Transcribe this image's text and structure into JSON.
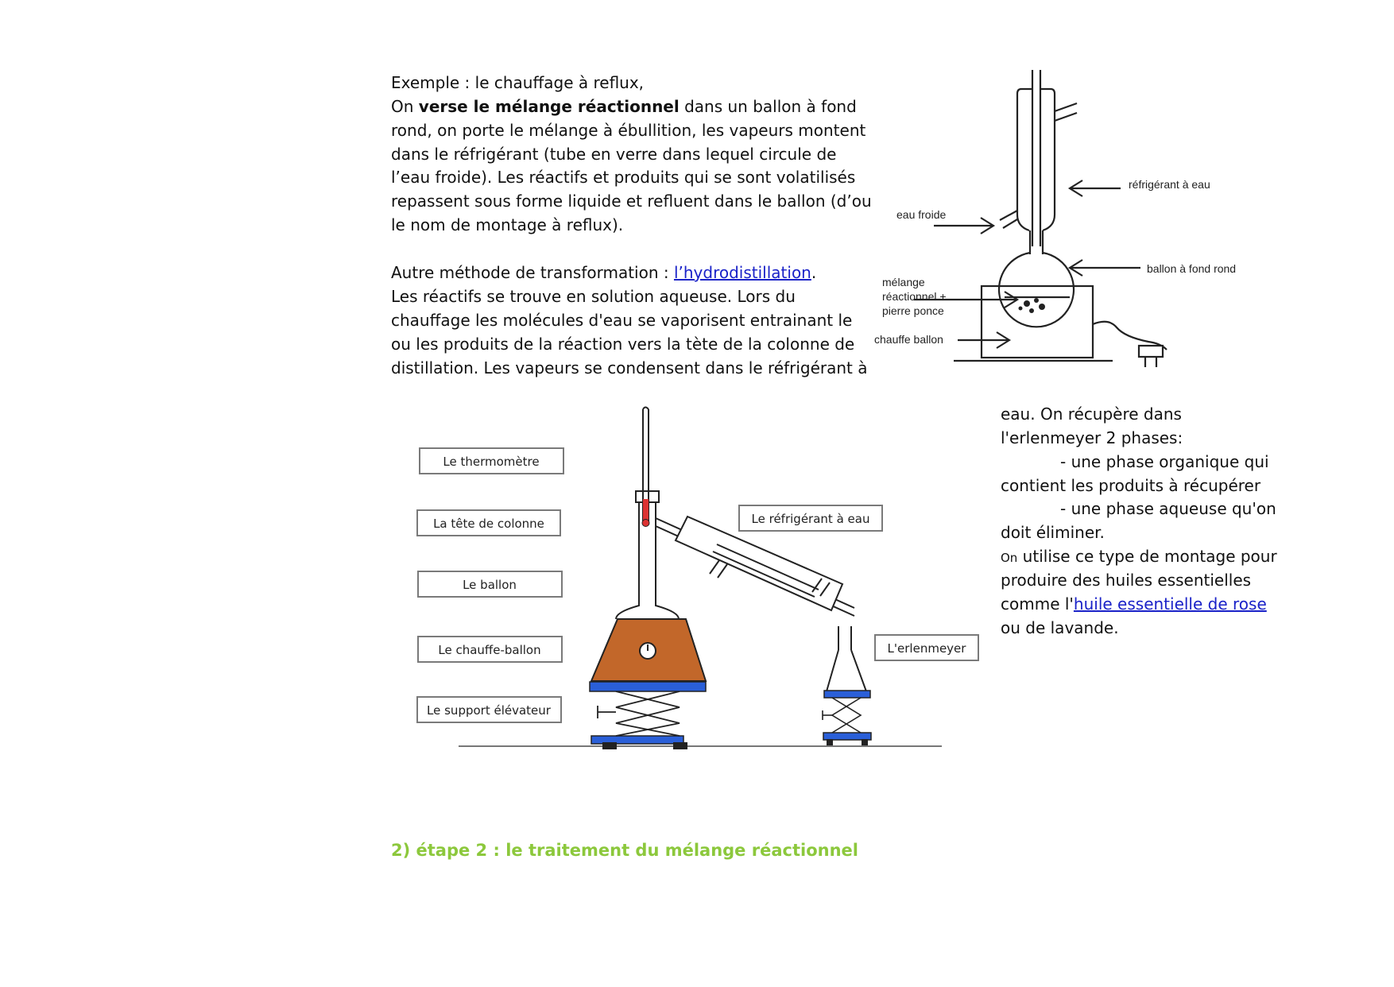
{
  "reflux_text": {
    "line1": "Exemple : le chauffage à reflux,",
    "line2_pre": "On ",
    "line2_bold": "verse le mélange réactionnel",
    "line2_post": " dans un ballon à fond",
    "line3": "rond, on porte le mélange à ébullition, les vapeurs montent",
    "line4": "dans le réfrigérant (tube en verre dans lequel circule de",
    "line5": "l’eau froide). Les réactifs et produits qui se sont volatilisés",
    "line6": "repassent sous forme liquide et refluent dans le ballon (d’ou",
    "line7": "le nom de montage à reflux)."
  },
  "hydro_text": {
    "line1_pre": "Autre méthode de transformation : ",
    "line1_link": "l’hydrodistillation",
    "line1_post": ".",
    "line2": "Les réactifs se trouve en solution aqueuse. Lors du",
    "line3": "chauffage les molécules d'eau se vaporisent entrainant le",
    "line4": "ou les produits de la réaction vers la tète de la colonne de",
    "line5": "distillation. Les vapeurs se condensent dans le réfrigérant à"
  },
  "side_text": {
    "line1": "eau. On récupère dans",
    "line2": "l'erlenmeyer 2 phases:",
    "line3": "- une phase organique qui",
    "line4": "contient les produits à récupérer",
    "line5": "- une phase aqueuse qu'on",
    "line6": "doit éliminer.",
    "line7_small": "On",
    "line7_rest": " utilise ce type de montage pour",
    "line8": "produire des huiles essentielles",
    "line9_pre": "comme l'",
    "line9_link": "huile essentielle de rose",
    "line10": "ou de lavande."
  },
  "reflux_diagram": {
    "refrigerant": "réfrigérant à eau",
    "eau_froide": "eau froide",
    "ballon": "ballon à fond rond",
    "melange1": "mélange",
    "melange2": "réactionnel +",
    "melange3": "pierre ponce",
    "chauffe": "chauffe ballon"
  },
  "distill_diagram": {
    "thermometre": "Le thermomètre",
    "tete": "La tête de colonne",
    "ballon": "Le ballon",
    "chauffe_ballon": "Le chauffe-ballon",
    "support": "Le support élévateur",
    "refrigerant": "Le réfrigérant à eau",
    "erlenmeyer": "L'erlenmeyer"
  },
  "heading": "2) étape 2 : le traitement du mélange réactionnel",
  "colors": {
    "heading": "#8cc83c",
    "link": "#1a22c8",
    "heater": "#c2672a",
    "support": "#2a5fd8"
  }
}
